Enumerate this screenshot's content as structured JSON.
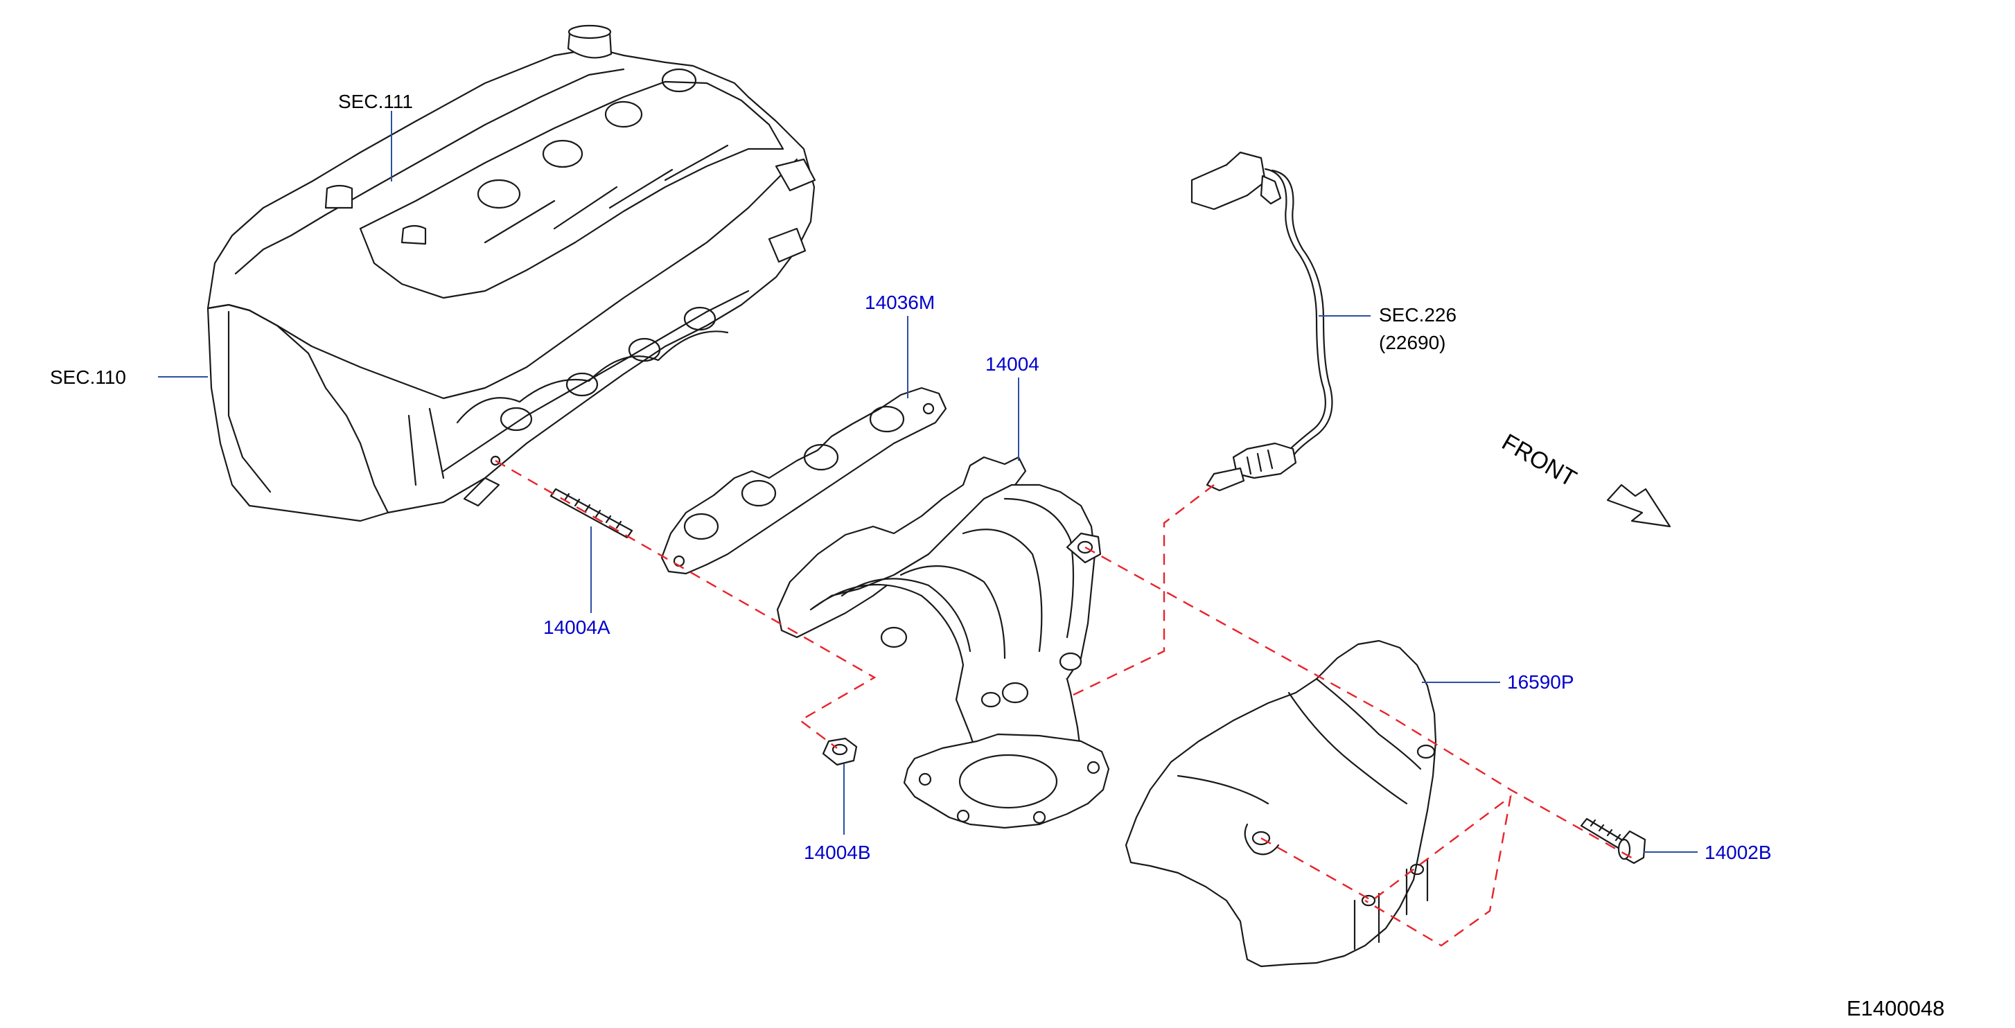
{
  "labels": {
    "sec111": "SEC.111",
    "sec110": "SEC.110",
    "sec226": "SEC.226",
    "sec226_sub": "(22690)",
    "p14036m": "14036M",
    "p14004": "14004",
    "p14004a": "14004A",
    "p14004b": "14004B",
    "p16590p": "16590P",
    "p14002b": "14002B",
    "front": "FRONT",
    "diagram_code": "E1400048"
  },
  "colors": {
    "part_number": "#0000cc",
    "leader_line": "#2c4fa0",
    "dashed_line": "#e8232a",
    "outline": "#1a1a1a"
  }
}
